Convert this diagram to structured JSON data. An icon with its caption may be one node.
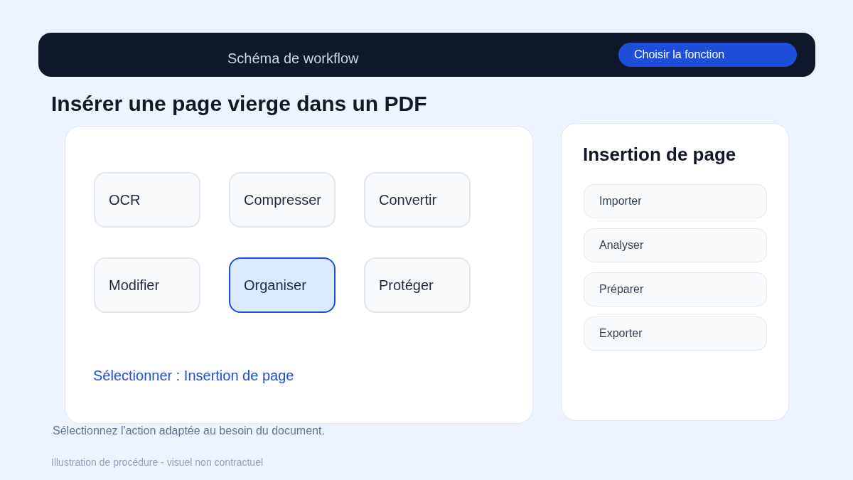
{
  "diagram": {
    "title": "Insérer une page vierge dans un PDF",
    "caption": "Sélectionnez l'action adaptée au besoin du document.",
    "nodes": [
      {
        "text": [
          "Schéma de workflow"
        ]
      },
      {
        "text": [
          "Choisir la fonction"
        ],
        "in": 0
      },
      {
        "text": [
          "Sélectionner : Insertion de page"
        ]
      },
      {
        "text": [
          "OCR"
        ],
        "in": 2
      },
      {
        "text": [
          "Compresser"
        ],
        "in": 2
      },
      {
        "text": [
          "Convertir"
        ],
        "in": 2
      },
      {
        "text": [
          "Modifier"
        ],
        "in": 2
      },
      {
        "text": [
          "Organiser"
        ],
        "in": 2
      },
      {
        "text": [
          "Protéger"
        ],
        "in": 2
      },
      {
        "text": [
          "Insertion de page"
        ]
      },
      {
        "text": [
          "Importer"
        ],
        "in": 9
      },
      {
        "text": [
          "Analyser"
        ],
        "in": 9
      },
      {
        "text": [
          "Préparer"
        ],
        "in": 9
      },
      {
        "text": [
          "Exporter"
        ],
        "in": 9
      }
    ],
    "labels": [
      "Illustration de procédure - visuel non contractuel"
    ]
  }
}
